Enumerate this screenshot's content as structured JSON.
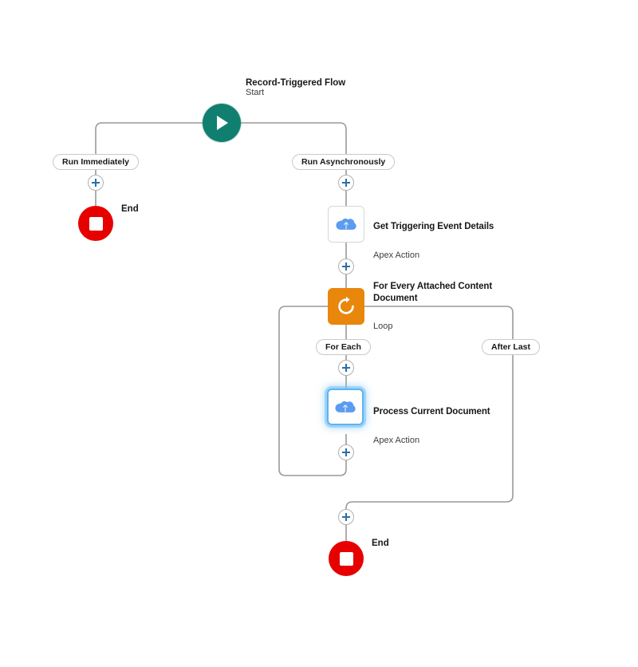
{
  "canvas": {
    "background": "#ffffff",
    "connector_color": "#9a9a9a"
  },
  "colors": {
    "start_teal": "#107f70",
    "end_red": "#e60000",
    "loop_orange": "#e8870c",
    "apex_cloud_blue": "#5a9cf0",
    "selection_blue": "#5eb4ef",
    "plus_blue": "#2a6fa8"
  },
  "start": {
    "title": "Record-Triggered Flow",
    "subtitle": "Start",
    "icon": "play-icon"
  },
  "branches": {
    "run_immediately": "Run Immediately",
    "run_asynchronously": "Run Asynchronously",
    "for_each": "For Each",
    "after_last": "After Last"
  },
  "elements": [
    {
      "id": "get-triggering-event-details",
      "title": "Get Triggering Event Details",
      "subtitle": "Apex Action",
      "icon": "apex-cloud-icon",
      "selected": false
    },
    {
      "id": "for-every-attached-content-document",
      "title": "For Every Attached Content Document",
      "subtitle": "Loop",
      "icon": "loop-refresh-icon",
      "selected": false
    },
    {
      "id": "process-current-document",
      "title": "Process Current Document",
      "subtitle": "Apex Action",
      "icon": "apex-cloud-icon",
      "selected": true
    }
  ],
  "ends": {
    "left_label": "End",
    "bottom_label": "End",
    "icon": "stop-square-icon"
  },
  "add_buttons": {
    "label": "Add Element",
    "icon": "plus-icon",
    "count": 6
  }
}
